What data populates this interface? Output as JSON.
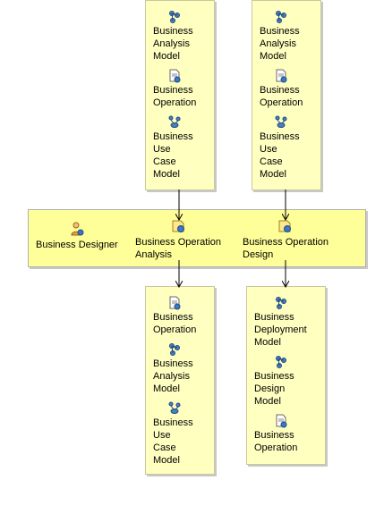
{
  "inputs_left": {
    "items": [
      {
        "icon": "model-icon",
        "label": "Business\nAnalysis\nModel"
      },
      {
        "icon": "document-icon",
        "label": "Business\nOperation"
      },
      {
        "icon": "use-case-model-icon",
        "label": "Business\nUse\nCase\nModel"
      }
    ]
  },
  "inputs_right": {
    "items": [
      {
        "icon": "model-icon",
        "label": "Business\nAnalysis\nModel"
      },
      {
        "icon": "document-icon",
        "label": "Business\nOperation"
      },
      {
        "icon": "use-case-model-icon",
        "label": "Business\nUse\nCase\nModel"
      }
    ]
  },
  "band": {
    "role": {
      "icon": "role-person-icon",
      "label": "Business Designer"
    },
    "tasks": [
      {
        "icon": "task-icon",
        "label": "Business Operation\nAnalysis"
      },
      {
        "icon": "task-icon",
        "label": "Business Operation\nDesign"
      }
    ]
  },
  "outputs_left": {
    "items": [
      {
        "icon": "document-icon",
        "label": "Business\nOperation"
      },
      {
        "icon": "model-icon",
        "label": "Business\nAnalysis\nModel"
      },
      {
        "icon": "use-case-model-icon",
        "label": "Business\nUse\nCase\nModel"
      }
    ]
  },
  "outputs_right": {
    "items": [
      {
        "icon": "model-icon",
        "label": "Business\nDeployment\nModel"
      },
      {
        "icon": "model-icon",
        "label": "Business\nDesign\nModel"
      },
      {
        "icon": "document-icon",
        "label": "Business\nOperation"
      }
    ]
  },
  "colors": {
    "box_fill": "#ffffc0",
    "band_fill": "#ffff99",
    "arrow": "#000000"
  }
}
